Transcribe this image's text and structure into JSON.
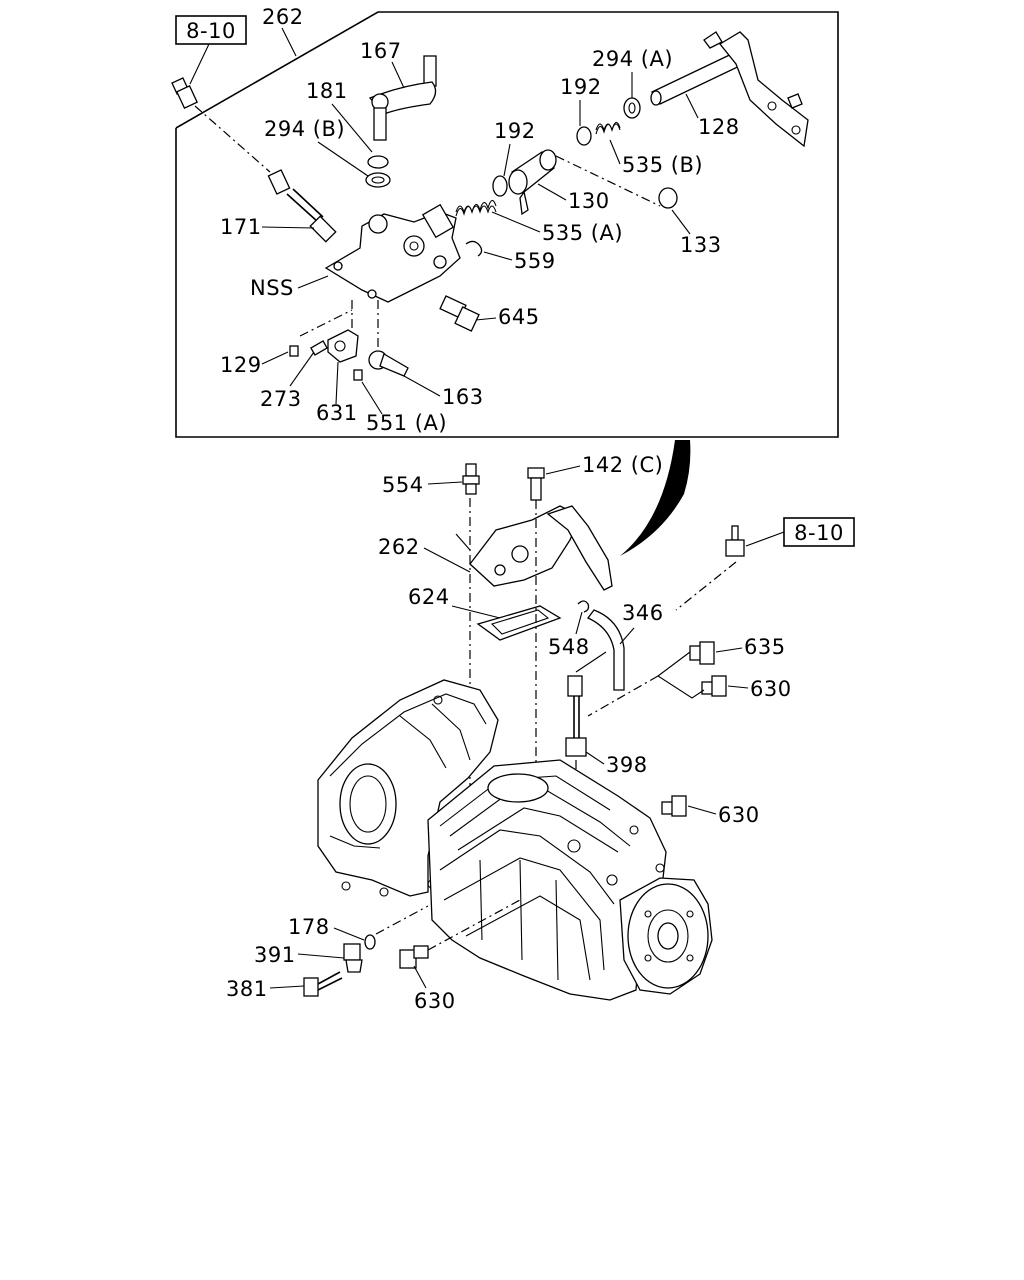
{
  "refs": {
    "top_ref": "8-10",
    "right_ref": "8-10"
  },
  "labels": {
    "l262_top": "262",
    "l167": "167",
    "l294A": "294 (A)",
    "l181": "181",
    "l192_left": "192",
    "l294B": "294 (B)",
    "l192_right": "192",
    "l128": "128",
    "l535B": "535 (B)",
    "l130": "130",
    "l171": "171",
    "l535A": "535 (A)",
    "l133": "133",
    "l559": "559",
    "lNSS": "NSS",
    "l645": "645",
    "l129": "129",
    "l163": "163",
    "l273": "273",
    "l631": "631",
    "l551A": "551 (A)",
    "l554": "554",
    "l142C": "142 (C)",
    "l262_low": "262",
    "l624": "624",
    "l346": "346",
    "l548": "548",
    "l635": "635",
    "l630_a": "630",
    "l398": "398",
    "l630_b": "630",
    "l178": "178",
    "l391": "391",
    "l381": "381",
    "l630_c": "630"
  }
}
